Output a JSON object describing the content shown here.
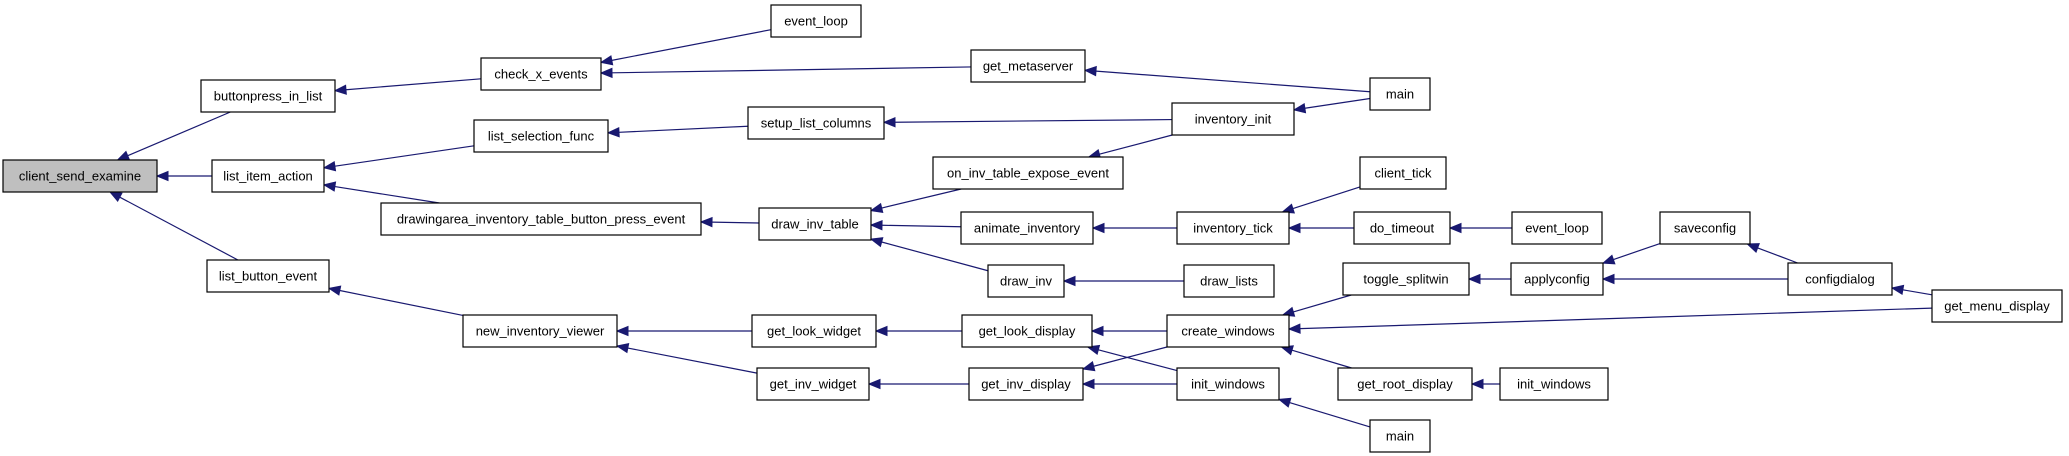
{
  "colors": {
    "edge": "#191970",
    "root_fill": "#bfbfbf",
    "node_fill": "#ffffff",
    "node_stroke": "#000000"
  },
  "graph": {
    "root": "n_root",
    "nodes": [
      {
        "id": "n_root",
        "label": "client_send_examine"
      },
      {
        "id": "n_buttonpress",
        "label": "buttonpress_in_list"
      },
      {
        "id": "n_list_item_action",
        "label": "list_item_action"
      },
      {
        "id": "n_list_button_event",
        "label": "list_button_event"
      },
      {
        "id": "n_check_x_events",
        "label": "check_x_events"
      },
      {
        "id": "n_event_loop_1",
        "label": "event_loop"
      },
      {
        "id": "n_get_metaserver",
        "label": "get_metaserver"
      },
      {
        "id": "n_main_1",
        "label": "main"
      },
      {
        "id": "n_list_selection_func",
        "label": "list_selection_func"
      },
      {
        "id": "n_setup_list_columns",
        "label": "setup_list_columns"
      },
      {
        "id": "n_inventory_init",
        "label": "inventory_init"
      },
      {
        "id": "n_drawingarea",
        "label": "drawingarea_inventory_table_button_press_event"
      },
      {
        "id": "n_draw_inv_table",
        "label": "draw_inv_table"
      },
      {
        "id": "n_on_inv_table_expose",
        "label": "on_inv_table_expose_event"
      },
      {
        "id": "n_animate_inventory",
        "label": "animate_inventory"
      },
      {
        "id": "n_inventory_tick",
        "label": "inventory_tick"
      },
      {
        "id": "n_client_tick",
        "label": "client_tick"
      },
      {
        "id": "n_do_timeout",
        "label": "do_timeout"
      },
      {
        "id": "n_event_loop_2",
        "label": "event_loop"
      },
      {
        "id": "n_draw_inv",
        "label": "draw_inv"
      },
      {
        "id": "n_draw_lists",
        "label": "draw_lists"
      },
      {
        "id": "n_new_inventory_viewer",
        "label": "new_inventory_viewer"
      },
      {
        "id": "n_get_look_widget",
        "label": "get_look_widget"
      },
      {
        "id": "n_get_look_display",
        "label": "get_look_display"
      },
      {
        "id": "n_get_inv_widget",
        "label": "get_inv_widget"
      },
      {
        "id": "n_get_inv_display",
        "label": "get_inv_display"
      },
      {
        "id": "n_create_windows",
        "label": "create_windows"
      },
      {
        "id": "n_init_windows_1",
        "label": "init_windows"
      },
      {
        "id": "n_toggle_splitwin",
        "label": "toggle_splitwin"
      },
      {
        "id": "n_applyconfig",
        "label": "applyconfig"
      },
      {
        "id": "n_saveconfig",
        "label": "saveconfig"
      },
      {
        "id": "n_configdialog",
        "label": "configdialog"
      },
      {
        "id": "n_get_menu_display",
        "label": "get_menu_display"
      },
      {
        "id": "n_get_root_display",
        "label": "get_root_display"
      },
      {
        "id": "n_init_windows_2",
        "label": "init_windows"
      },
      {
        "id": "n_main_2",
        "label": "main"
      }
    ],
    "edges": [
      {
        "from": "n_buttonpress",
        "to": "n_root"
      },
      {
        "from": "n_list_item_action",
        "to": "n_root"
      },
      {
        "from": "n_list_button_event",
        "to": "n_root"
      },
      {
        "from": "n_check_x_events",
        "to": "n_buttonpress"
      },
      {
        "from": "n_event_loop_1",
        "to": "n_check_x_events"
      },
      {
        "from": "n_get_metaserver",
        "to": "n_check_x_events"
      },
      {
        "from": "n_main_1",
        "to": "n_get_metaserver"
      },
      {
        "from": "n_list_selection_func",
        "to": "n_list_item_action"
      },
      {
        "from": "n_drawingarea",
        "to": "n_list_item_action"
      },
      {
        "from": "n_setup_list_columns",
        "to": "n_list_selection_func"
      },
      {
        "from": "n_inventory_init",
        "to": "n_setup_list_columns"
      },
      {
        "from": "n_main_1",
        "to": "n_inventory_init"
      },
      {
        "from": "n_draw_inv_table",
        "to": "n_drawingarea"
      },
      {
        "from": "n_on_inv_table_expose",
        "to": "n_draw_inv_table"
      },
      {
        "from": "n_animate_inventory",
        "to": "n_draw_inv_table"
      },
      {
        "from": "n_draw_inv",
        "to": "n_draw_inv_table"
      },
      {
        "from": "n_inventory_init",
        "to": "n_on_inv_table_expose"
      },
      {
        "from": "n_inventory_tick",
        "to": "n_animate_inventory"
      },
      {
        "from": "n_client_tick",
        "to": "n_inventory_tick"
      },
      {
        "from": "n_do_timeout",
        "to": "n_inventory_tick"
      },
      {
        "from": "n_event_loop_2",
        "to": "n_do_timeout"
      },
      {
        "from": "n_draw_lists",
        "to": "n_draw_inv"
      },
      {
        "from": "n_new_inventory_viewer",
        "to": "n_list_button_event"
      },
      {
        "from": "n_get_look_widget",
        "to": "n_new_inventory_viewer"
      },
      {
        "from": "n_get_inv_widget",
        "to": "n_new_inventory_viewer"
      },
      {
        "from": "n_get_look_display",
        "to": "n_get_look_widget"
      },
      {
        "from": "n_get_inv_display",
        "to": "n_get_inv_widget"
      },
      {
        "from": "n_create_windows",
        "to": "n_get_look_display"
      },
      {
        "from": "n_init_windows_1",
        "to": "n_get_look_display"
      },
      {
        "from": "n_create_windows",
        "to": "n_get_inv_display"
      },
      {
        "from": "n_init_windows_1",
        "to": "n_get_inv_display"
      },
      {
        "from": "n_toggle_splitwin",
        "to": "n_create_windows"
      },
      {
        "from": "n_get_menu_display",
        "to": "n_create_windows"
      },
      {
        "from": "n_get_root_display",
        "to": "n_create_windows"
      },
      {
        "from": "n_applyconfig",
        "to": "n_toggle_splitwin"
      },
      {
        "from": "n_saveconfig",
        "to": "n_applyconfig"
      },
      {
        "from": "n_configdialog",
        "to": "n_applyconfig"
      },
      {
        "from": "n_configdialog",
        "to": "n_saveconfig"
      },
      {
        "from": "n_get_menu_display",
        "to": "n_configdialog"
      },
      {
        "from": "n_init_windows_2",
        "to": "n_get_root_display"
      },
      {
        "from": "n_main_2",
        "to": "n_init_windows_1"
      }
    ]
  }
}
